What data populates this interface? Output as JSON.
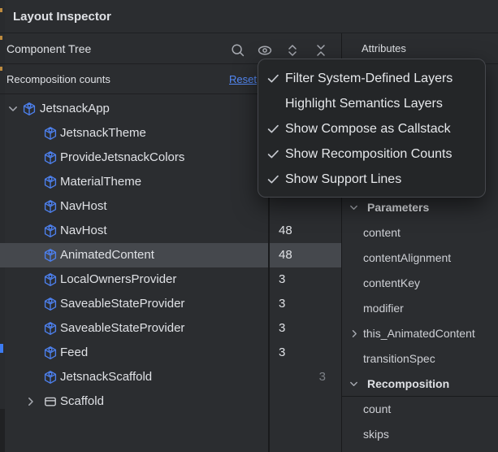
{
  "window": {
    "title": "Layout Inspector"
  },
  "component_tree": {
    "title": "Component Tree",
    "toolbar_icons": [
      "search-icon",
      "eye-icon",
      "expand-all-icon",
      "collapse-all-icon"
    ],
    "recomposition_banner": {
      "label": "Recomposition counts",
      "reset_label": "Reset"
    },
    "rows": [
      {
        "label": "JetsnackApp",
        "icon": "compose-node",
        "chevron": "expanded",
        "level": 0,
        "count": "",
        "skips": "",
        "selected": false
      },
      {
        "label": "JetsnackTheme",
        "icon": "compose-node",
        "chevron": "none",
        "level": 1,
        "count": "",
        "skips": "",
        "selected": false
      },
      {
        "label": "ProvideJetsnackColors",
        "icon": "compose-node",
        "chevron": "none",
        "level": 1,
        "count": "",
        "skips": "",
        "selected": false
      },
      {
        "label": "MaterialTheme",
        "icon": "compose-node",
        "chevron": "none",
        "level": 1,
        "count": "",
        "skips": "",
        "selected": false
      },
      {
        "label": "NavHost",
        "icon": "compose-node",
        "chevron": "none",
        "level": 1,
        "count": "",
        "skips": "",
        "selected": false
      },
      {
        "label": "NavHost",
        "icon": "compose-node",
        "chevron": "none",
        "level": 1,
        "count": "48",
        "skips": "",
        "selected": false
      },
      {
        "label": "AnimatedContent",
        "icon": "compose-node",
        "chevron": "none",
        "level": 1,
        "count": "48",
        "skips": "",
        "selected": true
      },
      {
        "label": "LocalOwnersProvider",
        "icon": "compose-node",
        "chevron": "none",
        "level": 1,
        "count": "3",
        "skips": "",
        "selected": false
      },
      {
        "label": "SaveableStateProvider",
        "icon": "compose-node",
        "chevron": "none",
        "level": 1,
        "count": "3",
        "skips": "",
        "selected": false
      },
      {
        "label": "SaveableStateProvider",
        "icon": "compose-node",
        "chevron": "none",
        "level": 1,
        "count": "3",
        "skips": "",
        "selected": false
      },
      {
        "label": "Feed",
        "icon": "compose-node",
        "chevron": "none",
        "level": 1,
        "count": "3",
        "skips": "",
        "selected": false
      },
      {
        "label": "JetsnackScaffold",
        "icon": "compose-node",
        "chevron": "none",
        "level": 1,
        "count": "",
        "skips": "3",
        "selected": false
      },
      {
        "label": "Scaffold",
        "icon": "scaffold",
        "chevron": "collapsed",
        "level": 1,
        "count": "",
        "skips": "",
        "selected": false
      }
    ]
  },
  "view_options_menu": {
    "items": [
      {
        "label": "Filter System-Defined Layers",
        "checked": true
      },
      {
        "label": "Highlight Semantics Layers",
        "checked": false
      },
      {
        "label": "Show Compose as Callstack",
        "checked": true
      },
      {
        "label": "Show Recomposition Counts",
        "checked": true
      },
      {
        "label": "Show Support Lines",
        "checked": true
      }
    ]
  },
  "attributes": {
    "title": "Attributes",
    "sections": [
      {
        "label": "Parameters",
        "chevron": "expanded",
        "divider_below_header": false,
        "rows": [
          {
            "label": "content",
            "expandable": false
          },
          {
            "label": "contentAlignment",
            "expandable": false
          },
          {
            "label": "contentKey",
            "expandable": false
          },
          {
            "label": "modifier",
            "expandable": false
          },
          {
            "label": "this_AnimatedContent",
            "expandable": true
          },
          {
            "label": "transitionSpec",
            "expandable": false
          }
        ]
      },
      {
        "label": "Recomposition",
        "chevron": "expanded",
        "divider_below_header": true,
        "rows": [
          {
            "label": "count",
            "expandable": false
          },
          {
            "label": "skips",
            "expandable": false
          }
        ]
      }
    ]
  },
  "colors": {
    "panel_bg": "#2B2D30",
    "divider": "#1E1F22",
    "hard_divider": "#191A1C",
    "selected_row": "#45484D",
    "menu_bg": "#242628",
    "menu_border": "#46484D",
    "text": "#DFE1E5",
    "attr_text": "#CED0D5",
    "dim_text": "#7D8187",
    "icon_gray": "#A8ABB2",
    "icon_blue": "#4D80EE",
    "link_blue": "#548AF7",
    "gutter_bg": "#292B2E"
  }
}
